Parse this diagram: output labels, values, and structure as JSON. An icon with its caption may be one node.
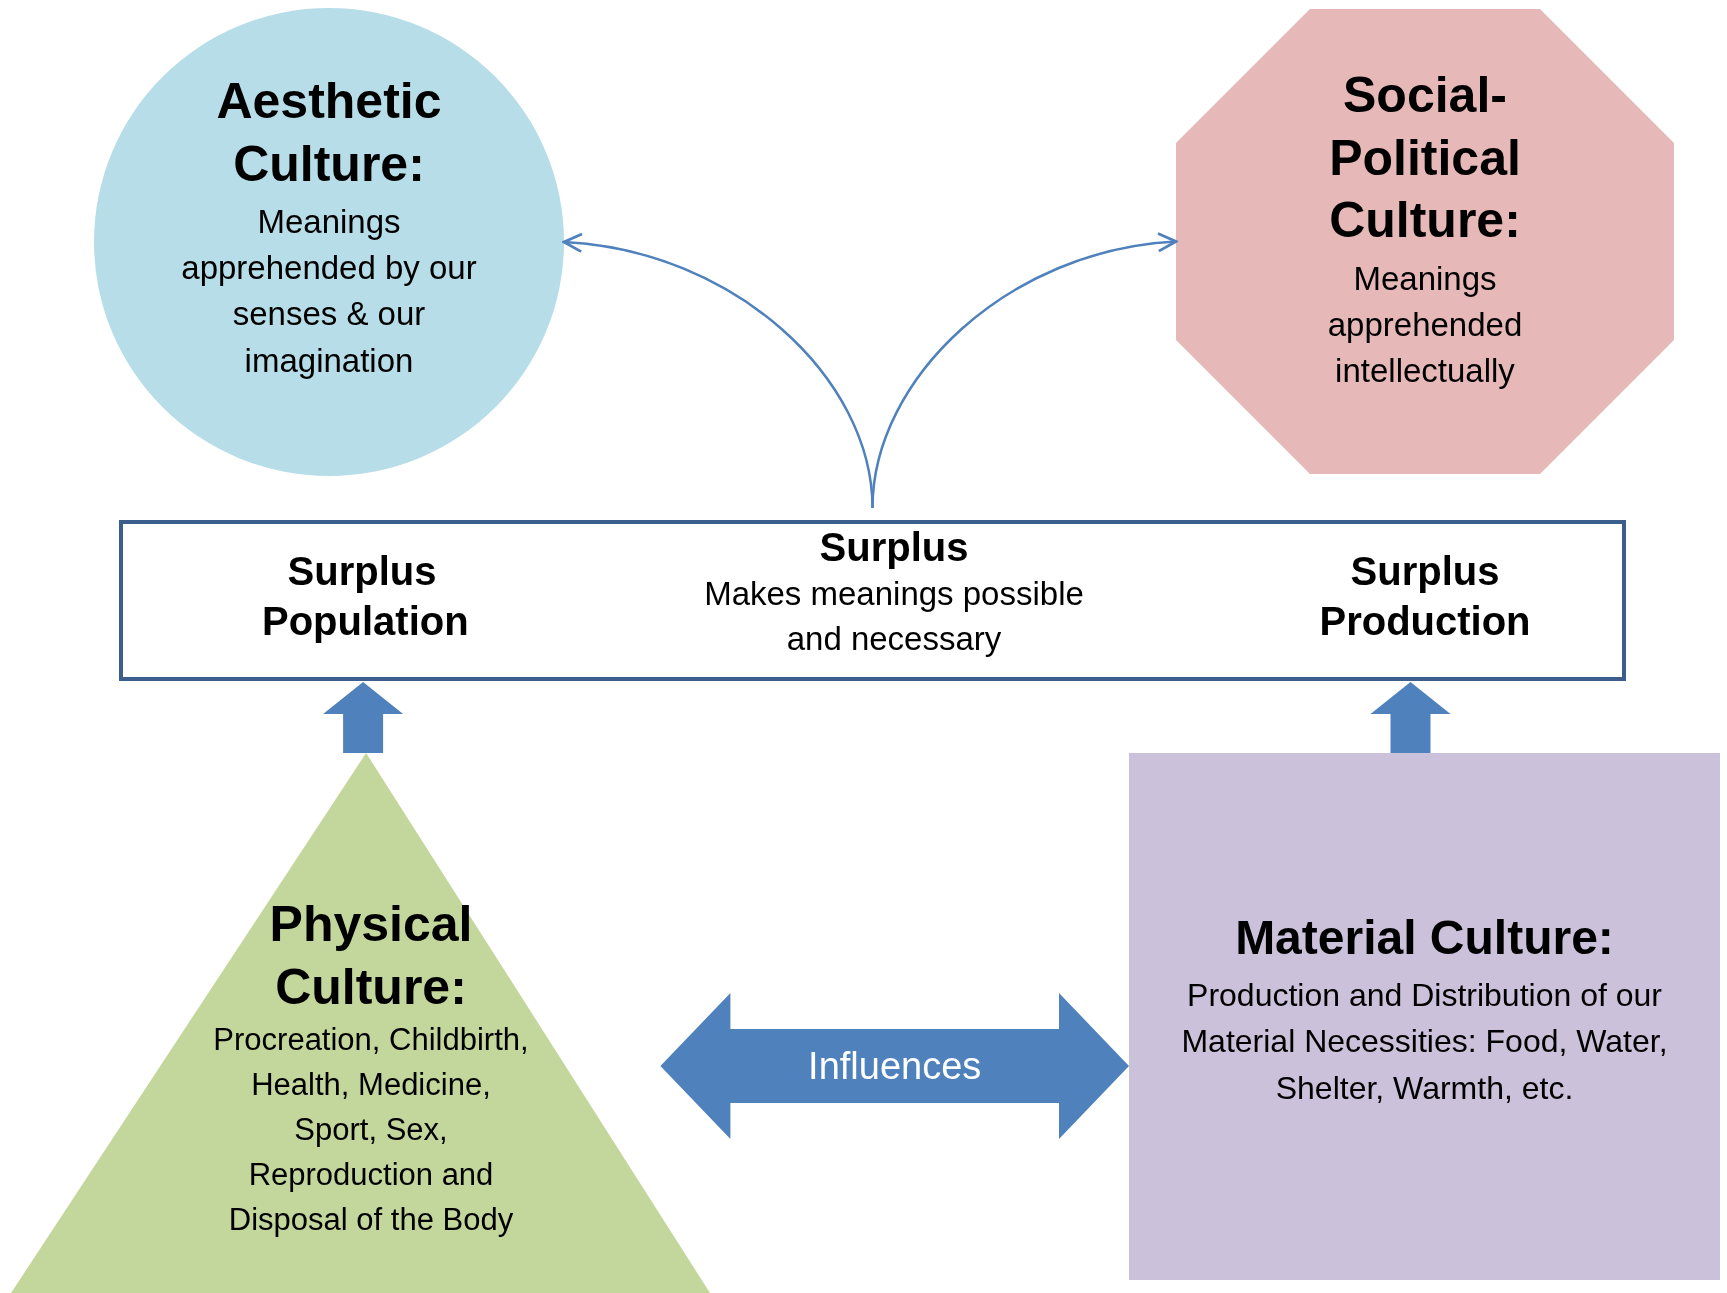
{
  "diagram": {
    "nodes": [
      {
        "text": [
          "Aesthetic Culture:",
          "Meanings apprehended by our senses & our imagination"
        ]
      },
      {
        "text": [
          "Social-Political Culture:",
          "Meanings apprehended intellectually"
        ]
      },
      {
        "text": [
          "Surplus Population",
          "Surplus",
          "Makes meanings possible and necessary",
          "Surplus Production"
        ]
      },
      {
        "text": [
          "Physical Culture:",
          "Procreation, Childbirth, Health, Medicine, Sport, Sex, Reproduction and Disposal of the Body"
        ]
      },
      {
        "text": [
          "Material Culture:",
          "Production and Distribution of our Material Necessities: Food, Water, Shelter, Warmth, etc."
        ]
      }
    ],
    "edges": [
      {
        "from": 2,
        "to": 0,
        "arrow": "to"
      },
      {
        "from": 2,
        "to": 1,
        "arrow": "to"
      },
      {
        "from": 3,
        "to": 2,
        "arrow": "to",
        "style": "thick"
      },
      {
        "from": 4,
        "to": 2,
        "arrow": "to",
        "style": "thick"
      },
      {
        "from": 3,
        "to": 4,
        "arrow": "both",
        "style": "thick",
        "label": "Influences"
      }
    ]
  }
}
